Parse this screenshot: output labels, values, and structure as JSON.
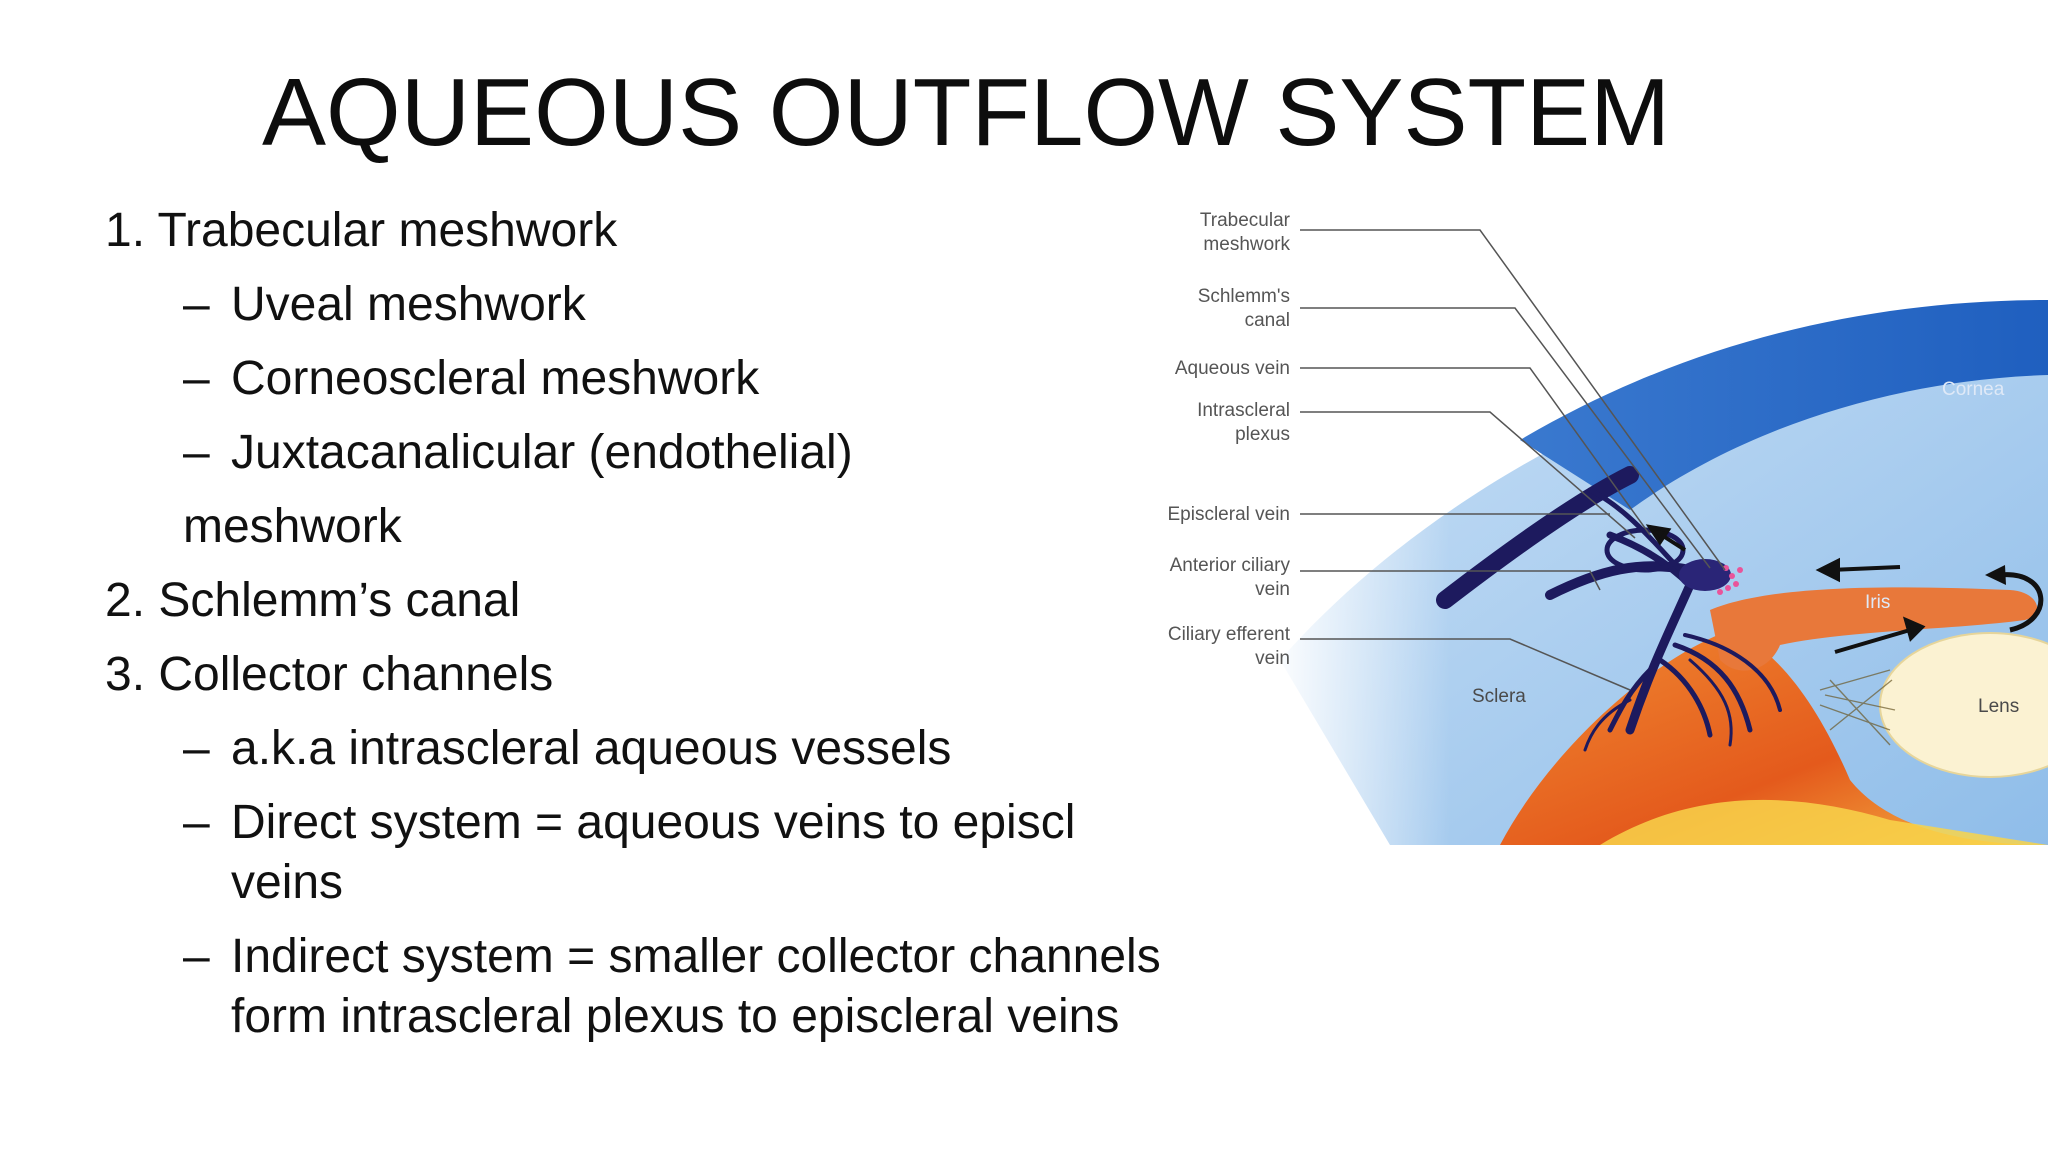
{
  "slide": {
    "title": "AQUEOUS OUTFLOW SYSTEM",
    "bullets": [
      {
        "level": 1,
        "text": "1. Trabecular meshwork"
      },
      {
        "level": 2,
        "text": "Uveal meshwork"
      },
      {
        "level": 2,
        "text": "Corneoscleral meshwork"
      },
      {
        "level": 2,
        "text": "Juxtacanalicular (endothelial)"
      },
      {
        "level": "continuation",
        "text": "meshwork"
      },
      {
        "level": 1,
        "text": "2. Schlemm’s canal"
      },
      {
        "level": 1,
        "text": "3. Collector channels"
      },
      {
        "level": 2,
        "text": "a.k.a intrascleral aqueous vessels"
      },
      {
        "level": 2,
        "text": "Direct system = aqueous veins to episcl"
      },
      {
        "level": "continuation",
        "text": "veins"
      },
      {
        "level": 2,
        "text": "Indirect system = smaller collector channels"
      },
      {
        "level": "continuation",
        "text": "form intrascleral plexus to episcleral veins"
      }
    ],
    "dash": "–"
  },
  "diagram": {
    "labels": {
      "trabecular_1": "Trabecular",
      "trabecular_2": "meshwork",
      "schlemm_1": "Schlemm's",
      "schlemm_2": "canal",
      "aqueous_vein": "Aqueous vein",
      "intrascleral_1": "Intrascleral",
      "intrascleral_2": "plexus",
      "episcleral_vein": "Episcleral vein",
      "anterior_ciliary_1": "Anterior ciliary",
      "anterior_ciliary_2": "vein",
      "ciliary_efferent_1": "Ciliary efferent",
      "ciliary_efferent_2": "vein",
      "cornea": "Cornea",
      "iris": "Iris",
      "sclera": "Sclera",
      "lens": "Lens"
    },
    "colors": {
      "cornea": "#2f6fc9",
      "sclera": "#a9cdef",
      "iris": "#e8783a",
      "ciliary": "#e2561e",
      "lens": "#fbf2d2",
      "veins": "#1d1a5e"
    }
  }
}
